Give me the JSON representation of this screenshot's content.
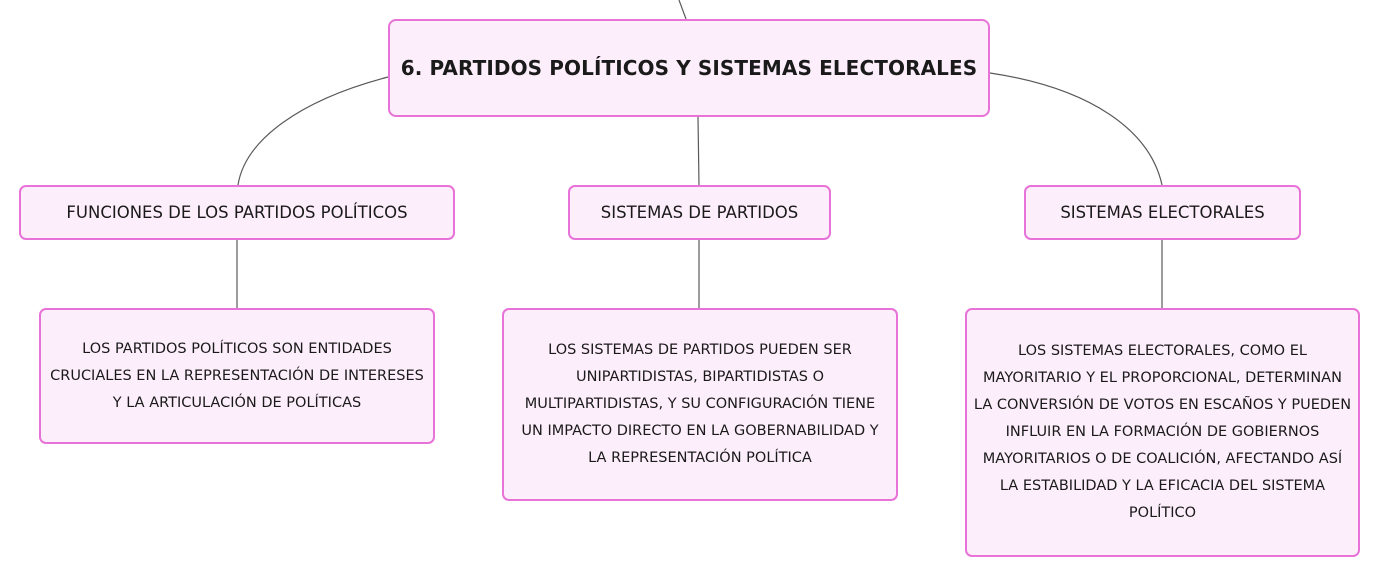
{
  "diagram": {
    "root": {
      "label": "6. PARTIDOS POLÍTICOS Y SISTEMAS ELECTORALES"
    },
    "branches": [
      {
        "label": "FUNCIONES DE LOS PARTIDOS POLÍTICOS",
        "detail": "LOS PARTIDOS POLÍTICOS SON ENTIDADES CRUCIALES EN LA REPRESENTACIÓN DE INTERESES Y LA ARTICULACIÓN DE POLÍTICAS"
      },
      {
        "label": "SISTEMAS DE PARTIDOS",
        "detail": "LOS SISTEMAS DE PARTIDOS PUEDEN SER UNIPARTIDISTAS, BIPARTIDISTAS O MULTIPARTIDISTAS, Y SU CONFIGURACIÓN TIENE UN IMPACTO DIRECTO EN LA GOBERNABILIDAD Y LA REPRESENTACIÓN POLÍTICA"
      },
      {
        "label": "SISTEMAS ELECTORALES",
        "detail": "LOS SISTEMAS ELECTORALES, COMO EL MAYORITARIO Y EL PROPORCIONAL, DETERMINAN LA CONVERSIÓN DE VOTOS EN ESCAÑOS Y PUEDEN INFLUIR EN LA FORMACIÓN DE GOBIERNOS MAYORITARIOS O DE COALICIÓN, AFECTANDO ASÍ LA ESTABILIDAD Y LA EFICACIA DEL SISTEMA POLÍTICO"
      }
    ]
  },
  "colors": {
    "node_fill": "#fdeefb",
    "node_border": "#e873d8",
    "connector": "#5a5a5a"
  }
}
